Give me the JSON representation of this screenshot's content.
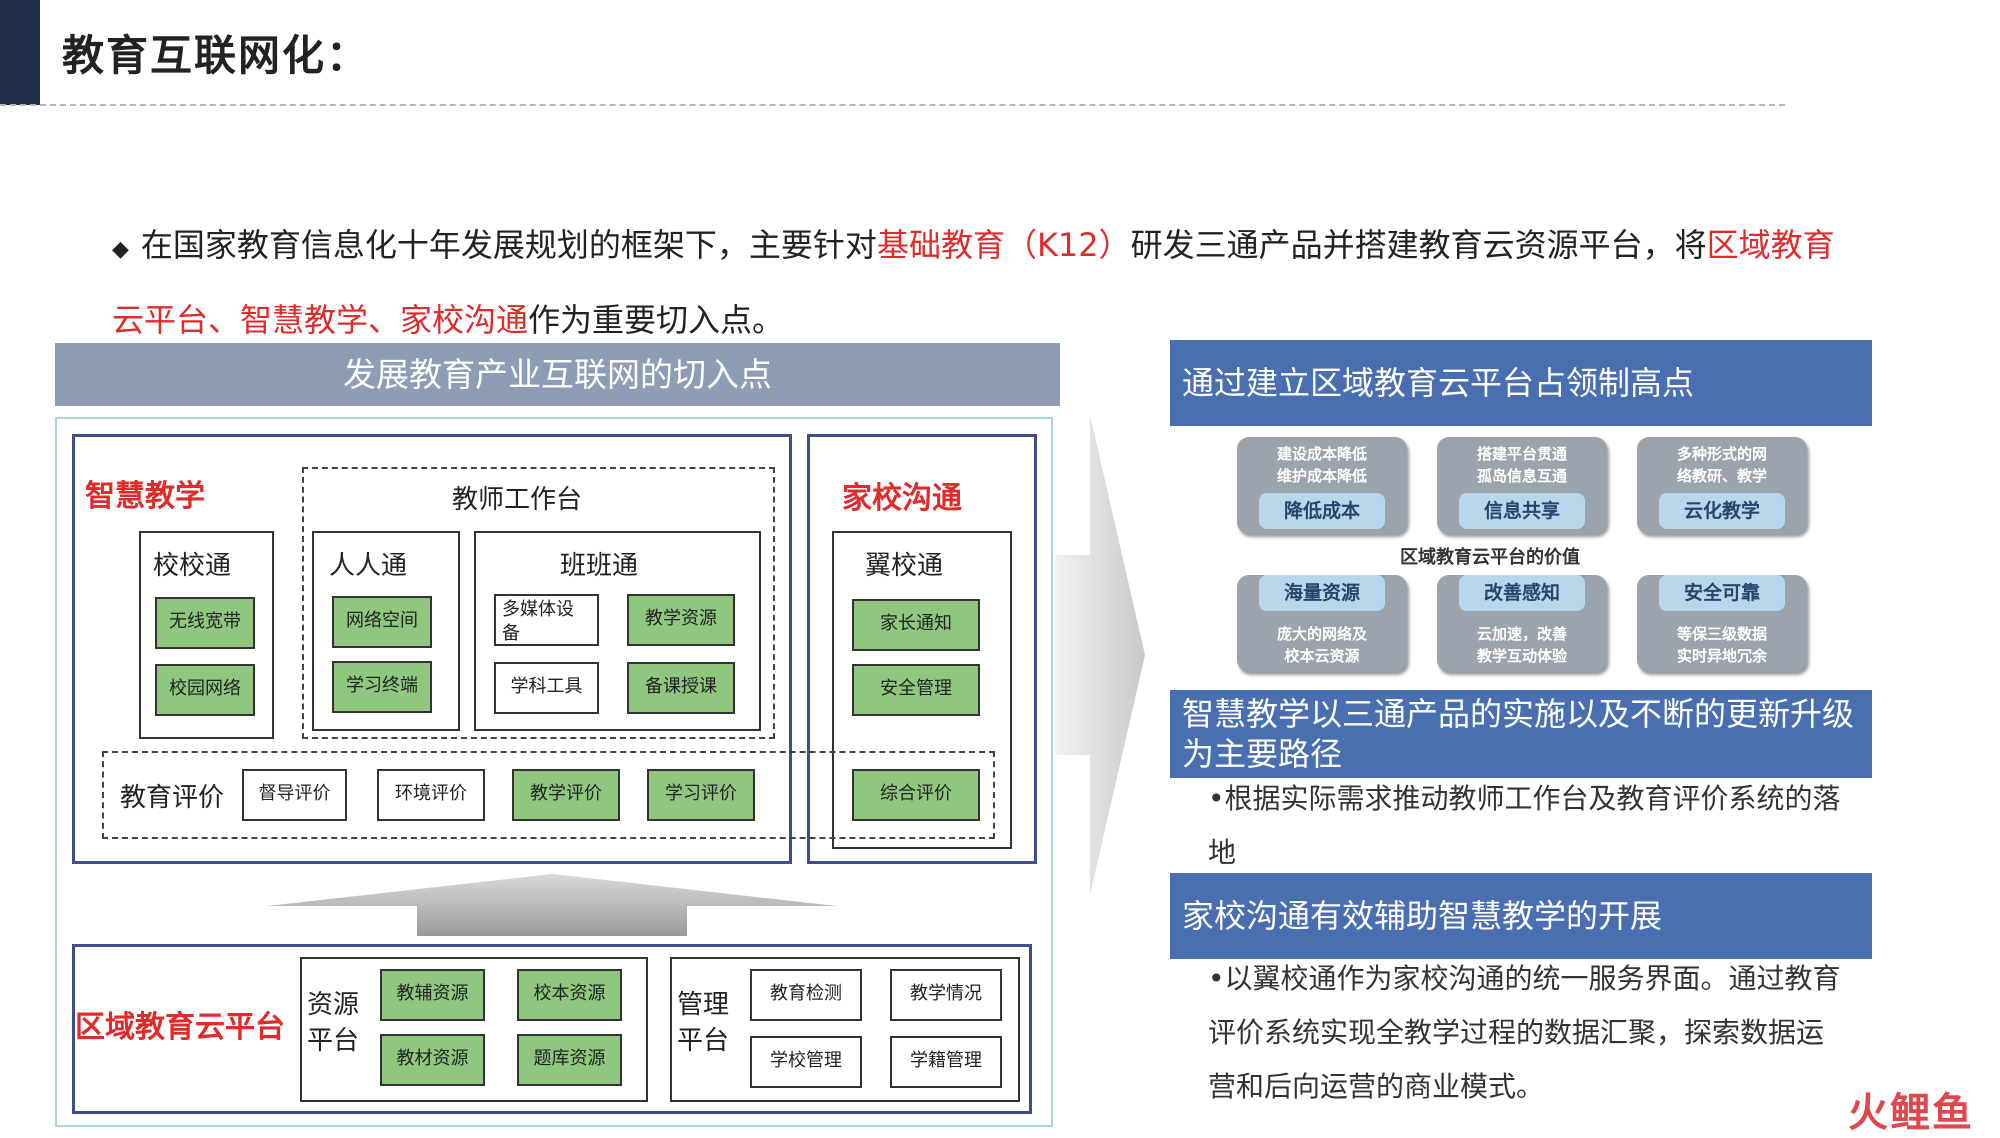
{
  "title": "教育互联网化：",
  "intro": {
    "bullet": "◆",
    "p1": "在国家教育信息化十年发展规划的框架下，主要针对",
    "red1": "基础教育（K12）",
    "p2": "研发三通产品并搭建教育云资源平台，将",
    "red2": "区域教育云平台、智慧教学、家校沟通",
    "p3": "作为重要切入点。"
  },
  "left": {
    "header": "发展教育产业互联网的切入点",
    "smart_title": "智慧教学",
    "teacher_ws": "教师工作台",
    "xiaoxiaotong": {
      "title": "校校通",
      "items": [
        "无线宽带",
        "校园网络"
      ]
    },
    "renrentong": {
      "title": "人人通",
      "items": [
        "网络空间",
        "学习终端"
      ]
    },
    "banbantong": {
      "title": "班班通",
      "items": [
        "多媒体设备",
        "教学资源",
        "学科工具",
        "备课授课"
      ]
    },
    "eval": {
      "title": "教育评价",
      "items": [
        "督导评价",
        "环境评价",
        "教学评价",
        "学习评价",
        "综合评价"
      ]
    },
    "home_title": "家校沟通",
    "yixiaotong": {
      "title": "翼校通",
      "items": [
        "家长通知",
        "安全管理"
      ]
    },
    "cloud_title": "区域教育云平台",
    "resource": {
      "title": "资源平台",
      "items": [
        "教辅资源",
        "校本资源",
        "教材资源",
        "题库资源"
      ]
    },
    "manage": {
      "title": "管理平台",
      "items": [
        "教育检测",
        "教学情况",
        "学校管理",
        "学籍管理"
      ]
    }
  },
  "right": {
    "h1": "通过建立区域教育云平台占领制高点",
    "value_label": "区域教育云平台的价值",
    "tiles_top": [
      {
        "text": "建设成本降低\n维护成本降低",
        "pill": "降低成本"
      },
      {
        "text": "搭建平台贯通\n孤岛信息互通",
        "pill": "信息共享"
      },
      {
        "text": "多种形式的网\n络教研、教学",
        "pill": "云化教学"
      }
    ],
    "tiles_bottom": [
      {
        "text": "庞大的网络及\n校本云资源",
        "pill": "海量资源"
      },
      {
        "text": "云加速，改善\n教学互动体验",
        "pill": "改善感知"
      },
      {
        "text": "等保三级数据\n实时异地冗余",
        "pill": "安全可靠"
      }
    ],
    "h2": "智慧教学以三通产品的实施以及不断的更新升级为主要路径",
    "t2": "•根据实际需求推动教师工作台及教育评价系统的落地",
    "h3": "家校沟通有效辅助智慧教学的开展",
    "t3": "•以翼校通作为家校沟通的统一服务界面。通过教育评价系统实现全教学过程的数据汇聚，探索数据运营和后向运营的商业模式。"
  },
  "watermark": "火鲤鱼",
  "colors": {
    "navy": "#1f2d4a",
    "red": "#e02b2b",
    "blue_header": "#4a6fb0",
    "green_box": "#8fc77f",
    "grey_header": "#8c9db5"
  }
}
